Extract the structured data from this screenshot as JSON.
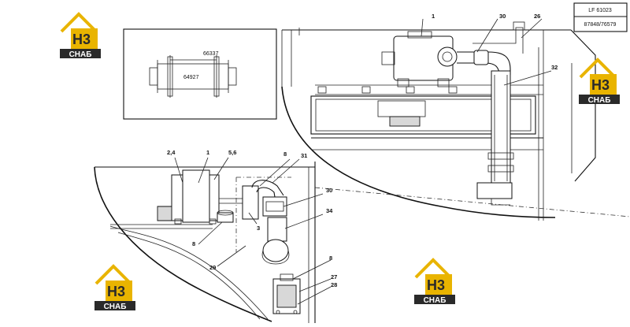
{
  "title_block": {
    "code": "LF 61023",
    "ref": "87848/76579"
  },
  "inset": {
    "dim_top": "66337",
    "dim_mid": "64927"
  },
  "callouts_top": {
    "c1": "1",
    "c30": "30",
    "c26": "26",
    "c32": "32"
  },
  "callouts_bottom": {
    "c24": "2,4",
    "c1": "1",
    "c56": "5,6",
    "c8a": "8",
    "c31": "31",
    "c30": "30",
    "c34": "34",
    "c3": "3",
    "c8b": "8",
    "c29": "29",
    "c8c": "8",
    "c27": "27",
    "c28": "28"
  },
  "watermarks": [
    {
      "text": "H3",
      "sub": "СНАБ"
    },
    {
      "text": "H3",
      "sub": "СНАБ"
    },
    {
      "text": "H3",
      "sub": "СНАБ"
    },
    {
      "text": "H3",
      "sub": "СНАБ"
    }
  ],
  "colors": {
    "watermark_gold": "#e9b400",
    "watermark_dark": "#2a2a2a"
  }
}
